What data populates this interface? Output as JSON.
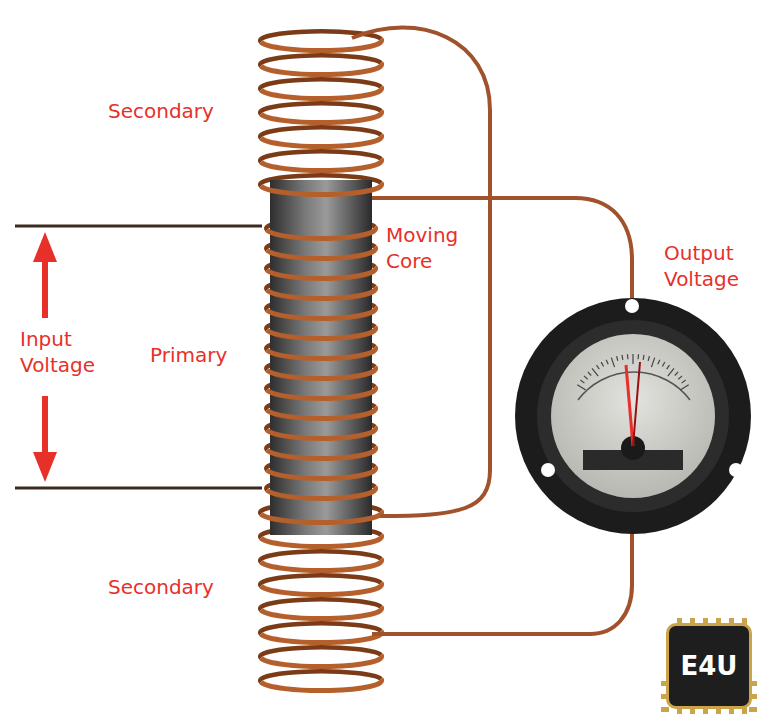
{
  "diagram": {
    "nodes": [
      {
        "text": [
          "E4U"
        ]
      }
    ],
    "labels": [
      "Secondary",
      "Moving Core",
      "Output Voltage",
      "Input Voltage",
      "Primary",
      "Secondary"
    ]
  }
}
